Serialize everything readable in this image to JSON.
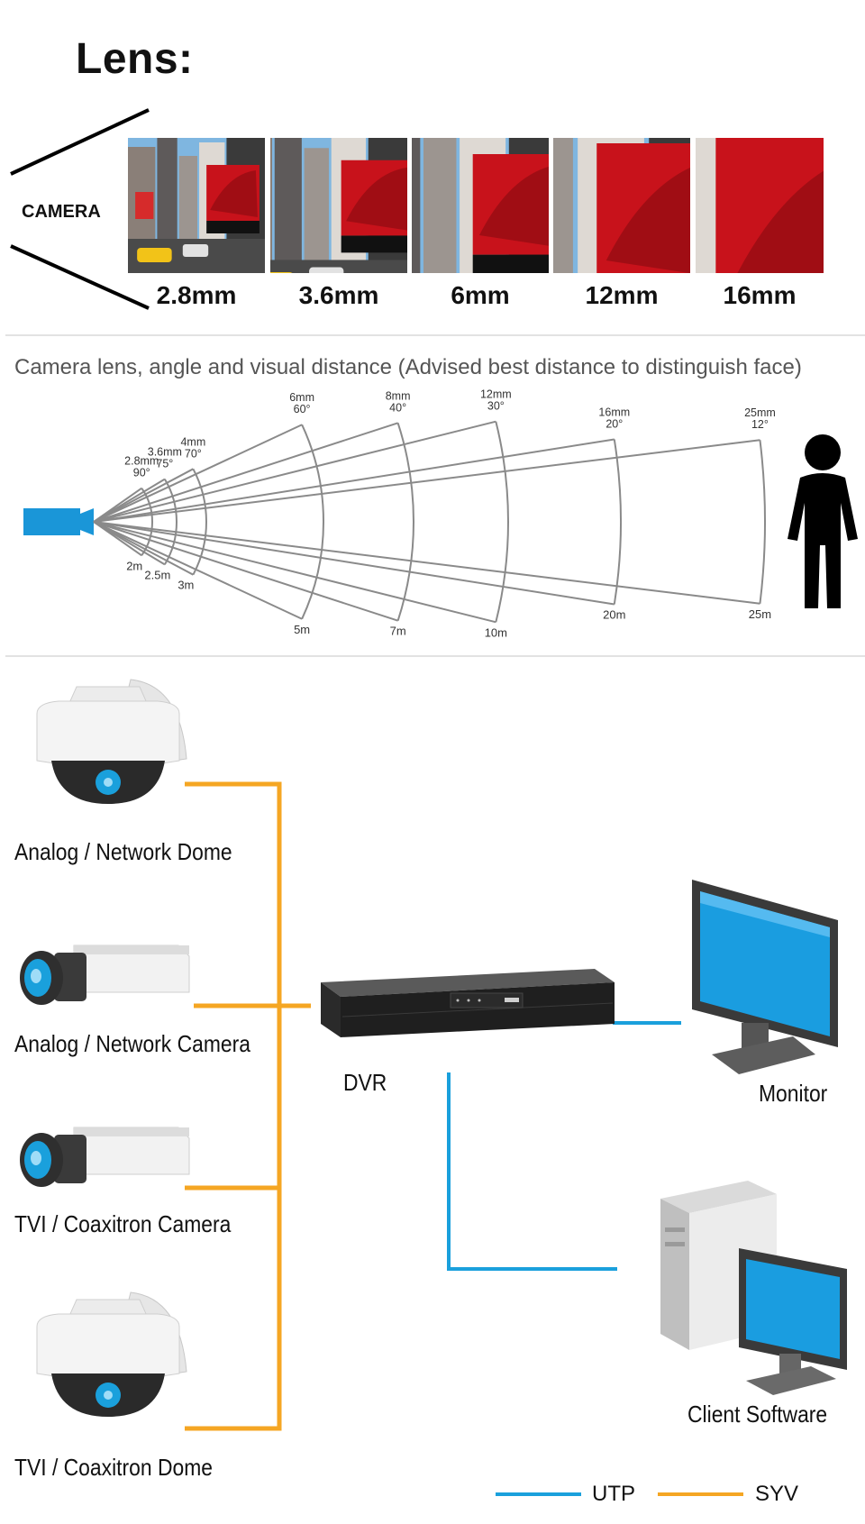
{
  "lens_section": {
    "title": "Lens:",
    "camera_label": "CAMERA",
    "lenses": [
      {
        "label": "2.8mm",
        "zoom": 1.0
      },
      {
        "label": "3.6mm",
        "zoom": 1.35
      },
      {
        "label": "6mm",
        "zoom": 1.8
      },
      {
        "label": "12mm",
        "zoom": 2.6
      },
      {
        "label": "16mm",
        "zoom": 3.6
      }
    ]
  },
  "fov_section": {
    "title": "Camera lens, angle and visual distance (Advised best distance to distinguish face)",
    "lenses": [
      {
        "focal": "2.8mm",
        "angle": "90°",
        "distance": "2m"
      },
      {
        "focal": "3.6mm",
        "angle": "75°",
        "distance": "2.5m"
      },
      {
        "focal": "4mm",
        "angle": "70°",
        "distance": "3m"
      },
      {
        "focal": "6mm",
        "angle": "60°",
        "distance": "5m"
      },
      {
        "focal": "8mm",
        "angle": "40°",
        "distance": "7m"
      },
      {
        "focal": "12mm",
        "angle": "30°",
        "distance": "10m"
      },
      {
        "focal": "16mm",
        "angle": "20°",
        "distance": "20m"
      },
      {
        "focal": "25mm",
        "angle": "12°",
        "distance": "25m"
      }
    ]
  },
  "topology": {
    "devices": {
      "analog_network_dome": "Analog / Network Dome",
      "analog_network_camera": "Analog / Network Camera",
      "tvi_coaxitron_camera": "TVI / Coaxitron Camera",
      "tvi_coaxitron_dome": "TVI / Coaxitron Dome",
      "dvr": "DVR",
      "monitor": "Monitor",
      "client_software": "Client Software"
    },
    "legend": [
      {
        "label": "UTP",
        "color": "#1aa0dc"
      },
      {
        "label": "SYV",
        "color": "#f5a623"
      }
    ]
  }
}
